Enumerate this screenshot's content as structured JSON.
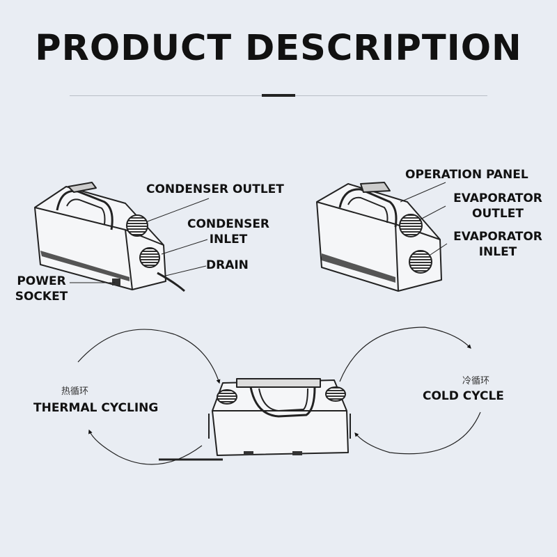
{
  "title": "PRODUCT DESCRIPTION",
  "left_unit": {
    "labels": {
      "condenser_outlet": "CONDENSER OUTLET",
      "condenser_inlet_1": "CONDENSER",
      "condenser_inlet_2": "INLET",
      "drain": "DRAIN",
      "power_socket_1": "POWER",
      "power_socket_2": "SOCKET"
    }
  },
  "right_unit": {
    "labels": {
      "operation_panel": "OPERATION PANEL",
      "evaporator_outlet_1": "EVAPORATOR",
      "evaporator_outlet_2": "OUTLET",
      "evaporator_inlet_1": "EVAPORATOR",
      "evaporator_inlet_2": "INLET"
    }
  },
  "cycles": {
    "thermal_zh": "热循环",
    "thermal_en": "THERMAL CYCLING",
    "cold_zh": "冷循环",
    "cold_en": "COLD CYCLE"
  }
}
